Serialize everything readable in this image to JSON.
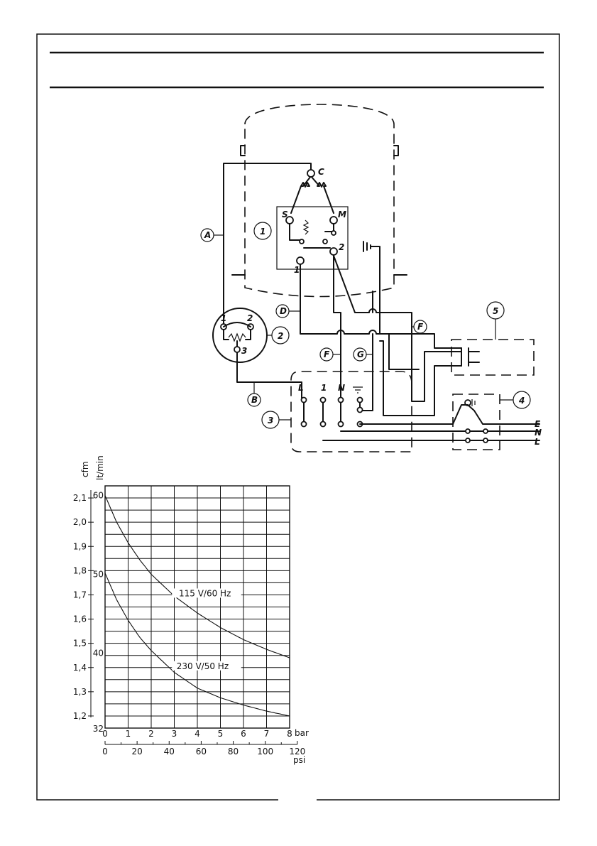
{
  "wiring": {
    "motor_terminals": {
      "common": "C",
      "start": "S",
      "main": "M"
    },
    "relay_terminals": [
      "1",
      "2"
    ],
    "cable_labels": [
      "A",
      "B",
      "D",
      "F",
      "F",
      "G"
    ],
    "component_numbers": [
      "1",
      "2",
      "3",
      "4",
      "5"
    ],
    "protector_terminals": [
      "1",
      "2",
      "3"
    ],
    "terminal_block_labels": [
      "L",
      "1",
      "N"
    ],
    "supply_labels": [
      "E",
      "N",
      "L"
    ]
  },
  "chart_data": {
    "type": "line",
    "y_left_label": "cfm",
    "y_right_label": "lt/min",
    "cfm_ticks": [
      "2,1",
      "2,0",
      "1,9",
      "1,8",
      "1,7",
      "1,6",
      "1,5",
      "1,4",
      "1,3",
      "1,2"
    ],
    "ltmin_ticks": [
      "60",
      "50",
      "40",
      "32"
    ],
    "bar_ticks": [
      "0",
      "1",
      "2",
      "3",
      "4",
      "5",
      "6",
      "7",
      "8"
    ],
    "bar_unit": "bar",
    "psi_ticks": [
      "0",
      "20",
      "40",
      "60",
      "80",
      "100",
      "120"
    ],
    "psi_unit": "psi",
    "xlim_bar": [
      0,
      8
    ],
    "ylim_cfm": [
      1.15,
      2.15
    ],
    "series": [
      {
        "name": "115  V/60  Hz",
        "x": [
          0,
          0.5,
          1,
          1.5,
          2,
          3,
          4,
          5,
          6,
          7,
          8
        ],
        "y": [
          2.11,
          2.0,
          1.915,
          1.845,
          1.785,
          1.695,
          1.625,
          1.565,
          1.515,
          1.475,
          1.44
        ]
      },
      {
        "name": "230  V/50  Hz",
        "x": [
          0,
          0.5,
          1,
          1.5,
          2,
          3,
          4,
          5,
          6,
          7,
          8
        ],
        "y": [
          1.79,
          1.68,
          1.595,
          1.525,
          1.47,
          1.38,
          1.315,
          1.275,
          1.245,
          1.22,
          1.2
        ]
      }
    ]
  }
}
